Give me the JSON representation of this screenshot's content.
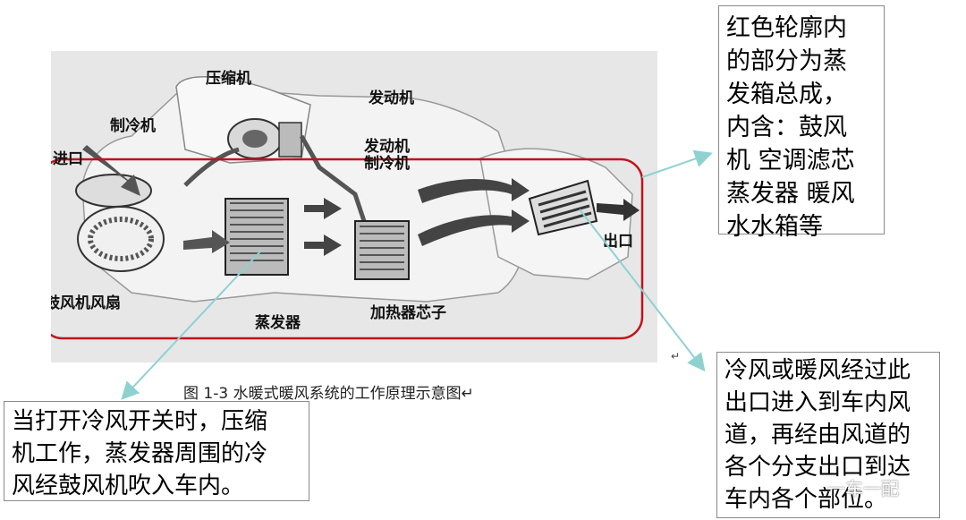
{
  "figure": {
    "caption": "图 1-3 水暖式暖风系统的工作原理示意图↵",
    "labels": {
      "compressor": "压缩机",
      "engine1": "发动机",
      "refrigerant": "制冷机",
      "engine2": "发动机",
      "refrigerant2": "制冷机",
      "inlet": "进口",
      "outlet": "出口",
      "blower_fan": "鼓风机风扇",
      "evaporator": "蒸发器",
      "heater_core": "加热器芯子"
    }
  },
  "callouts": {
    "top_right": "红色轮廓内\n的部分为蒸\n发箱总成，\n内含：鼓风\n机 空调滤芯\n蒸发器  暖风\n水水箱等",
    "bottom_left": "当打开冷风开关时，压缩\n机工作，蒸发器周围的冷\n风经鼓风机吹入车内。",
    "bottom_right": "冷风或暖风经过此\n出口进入到车内风\n道，再经由风道的\n各个分支出口到达\n车内各个部位。"
  },
  "watermark": "一车一配",
  "return_mark": "↵",
  "colors": {
    "highlight_outline": "#c0141c",
    "callout_arrow": "#8fd1d1",
    "figure_background": "#e7e7e7"
  }
}
